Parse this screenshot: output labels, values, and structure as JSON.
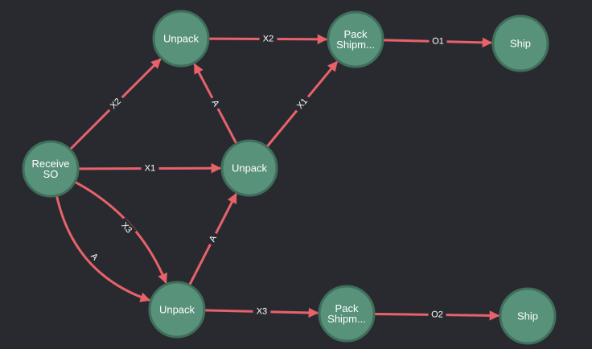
{
  "colors": {
    "background": "#292a30",
    "node_fill": "#58927a",
    "node_stroke": "#3f6f5b",
    "edge": "#e8626a",
    "text": "#ffffff"
  },
  "nodes": [
    {
      "id": "receive",
      "lines": [
        "Receive",
        "SO"
      ]
    },
    {
      "id": "unpack_top",
      "lines": [
        "Unpack"
      ]
    },
    {
      "id": "unpack_mid",
      "lines": [
        "Unpack"
      ]
    },
    {
      "id": "unpack_bot",
      "lines": [
        "Unpack"
      ]
    },
    {
      "id": "pack_top",
      "lines": [
        "Pack",
        "Shipm..."
      ]
    },
    {
      "id": "pack_bot",
      "lines": [
        "Pack",
        "Shipm..."
      ]
    },
    {
      "id": "ship_top",
      "lines": [
        "Ship"
      ]
    },
    {
      "id": "ship_bot",
      "lines": [
        "Ship"
      ]
    }
  ],
  "edges": [
    {
      "from": "receive",
      "to": "unpack_top",
      "label": "X2"
    },
    {
      "from": "receive",
      "to": "unpack_mid",
      "label": "X1"
    },
    {
      "from": "receive",
      "to": "unpack_bot",
      "label": "X3"
    },
    {
      "from": "receive",
      "to": "unpack_bot",
      "label": "A"
    },
    {
      "from": "unpack_top",
      "to": "pack_top",
      "label": "X2"
    },
    {
      "from": "unpack_mid",
      "to": "unpack_top",
      "label": "A"
    },
    {
      "from": "unpack_mid",
      "to": "pack_top",
      "label": "X1"
    },
    {
      "from": "unpack_bot",
      "to": "unpack_mid",
      "label": "A"
    },
    {
      "from": "unpack_bot",
      "to": "pack_bot",
      "label": "X3"
    },
    {
      "from": "pack_top",
      "to": "ship_top",
      "label": "O1"
    },
    {
      "from": "pack_bot",
      "to": "ship_bot",
      "label": "O2"
    }
  ]
}
